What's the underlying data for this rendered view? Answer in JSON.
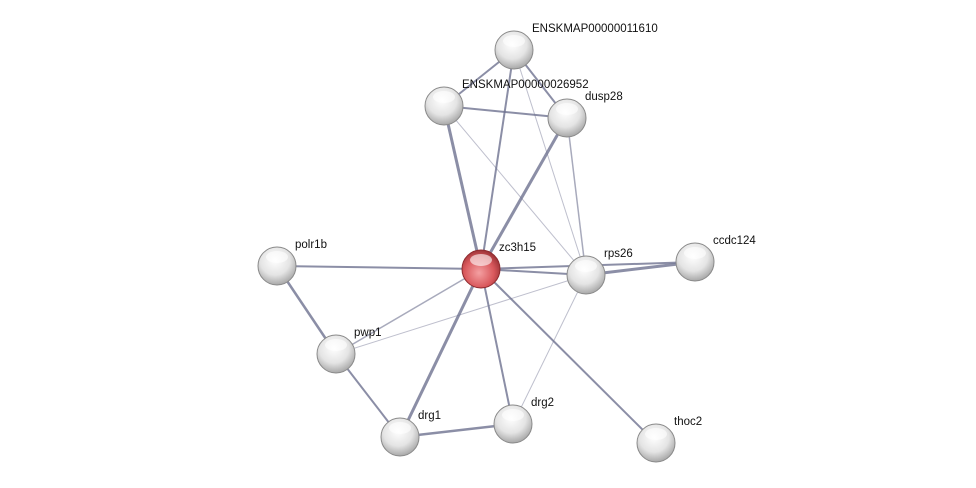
{
  "network": {
    "nodes": [
      {
        "id": "ENSKMAP00000011610",
        "label": "ENSKMAP00000011610",
        "query": false
      },
      {
        "id": "ENSKMAP00000026952",
        "label": "ENSKMAP00000026952",
        "query": false
      },
      {
        "id": "dusp28",
        "label": "dusp28",
        "query": false
      },
      {
        "id": "zc3h15",
        "label": "zc3h15",
        "query": true
      },
      {
        "id": "polr1b",
        "label": "polr1b",
        "query": false
      },
      {
        "id": "rps26",
        "label": "rps26",
        "query": false
      },
      {
        "id": "ccdc124",
        "label": "ccdc124",
        "query": false
      },
      {
        "id": "pwp1",
        "label": "pwp1",
        "query": false
      },
      {
        "id": "drg1",
        "label": "drg1",
        "query": false
      },
      {
        "id": "drg2",
        "label": "drg2",
        "query": false
      },
      {
        "id": "thoc2",
        "label": "thoc2",
        "query": false
      }
    ],
    "edges": [
      [
        "ENSKMAP00000011610",
        "ENSKMAP00000026952",
        2
      ],
      [
        "ENSKMAP00000011610",
        "dusp28",
        2
      ],
      [
        "ENSKMAP00000011610",
        "zc3h15",
        2
      ],
      [
        "ENSKMAP00000011610",
        "rps26",
        1
      ],
      [
        "ENSKMAP00000026952",
        "dusp28",
        2
      ],
      [
        "ENSKMAP00000026952",
        "zc3h15",
        3
      ],
      [
        "ENSKMAP00000026952",
        "rps26",
        1
      ],
      [
        "dusp28",
        "zc3h15",
        3
      ],
      [
        "dusp28",
        "rps26",
        1.5
      ],
      [
        "zc3h15",
        "rps26",
        2
      ],
      [
        "zc3h15",
        "ccdc124",
        2
      ],
      [
        "rps26",
        "ccdc124",
        3
      ],
      [
        "zc3h15",
        "polr1b",
        2
      ],
      [
        "zc3h15",
        "pwp1",
        1.5
      ],
      [
        "zc3h15",
        "drg1",
        3
      ],
      [
        "zc3h15",
        "drg2",
        2
      ],
      [
        "zc3h15",
        "thoc2",
        2
      ],
      [
        "polr1b",
        "pwp1",
        2.5
      ],
      [
        "pwp1",
        "drg1",
        2
      ],
      [
        "drg1",
        "drg2",
        2.5
      ],
      [
        "pwp1",
        "rps26",
        1
      ],
      [
        "drg2",
        "rps26",
        1
      ]
    ],
    "colors": {
      "query_node": "#d9585c",
      "node": "#e6e6e6",
      "edge": "#6e7290"
    }
  }
}
